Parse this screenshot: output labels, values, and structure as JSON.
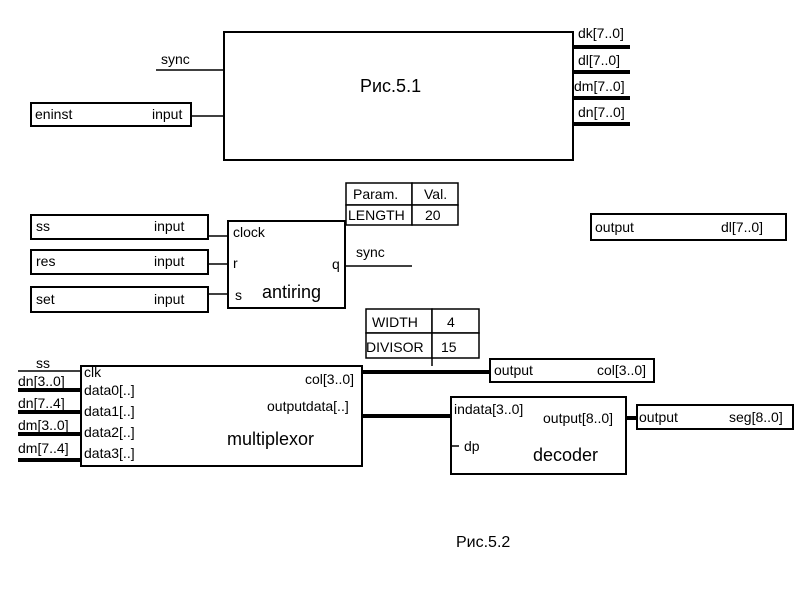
{
  "fig1": {
    "title": "Рис.5.1",
    "sync_label": "sync",
    "eninst": {
      "name": "eninst",
      "type": "input"
    },
    "outputs": [
      "dk[7..0]",
      "dl[7..0]",
      "dm[7..0]",
      "dn[7..0]"
    ]
  },
  "antiring_params": {
    "header_param": "Param.",
    "header_val": "Val.",
    "name": "LENGTH",
    "value": "20"
  },
  "inputs": {
    "ss": {
      "name": "ss",
      "type": "input"
    },
    "res": {
      "name": "res",
      "type": "input"
    },
    "set": {
      "name": "set",
      "type": "input"
    }
  },
  "antiring": {
    "title": "antiring",
    "clock": "clock",
    "r": "r",
    "s": "s",
    "q": "q",
    "out_label": "sync"
  },
  "output_dl": {
    "type": "output",
    "name": "dl[7..0]"
  },
  "mux_params": {
    "width_name": "WIDTH",
    "width_value": "4",
    "divisor_name": "DIVISOR",
    "divisor_value": "15"
  },
  "mux": {
    "title": "multiplexor",
    "clk": "clk",
    "data0": "data0[..]",
    "data1": "data1[..]",
    "data2": "data2[..]",
    "data3": "data3[..]",
    "col": "col[3..0]",
    "outputdata": "outputdata[..]",
    "in_ss": "ss",
    "in_d0": "dn[3..0]",
    "in_d1": "dn[7..4]",
    "in_d2": "dm[3..0]",
    "in_d3": "dm[7..4]"
  },
  "output_col": {
    "type": "output",
    "name": "col[3..0]"
  },
  "decoder": {
    "title": "decoder",
    "indata": "indata[3..0]",
    "dp": "dp",
    "output": "output[8..0]"
  },
  "output_seg": {
    "type": "output",
    "name": "seg[8..0]"
  },
  "fig2": {
    "caption": "Рис.5.2"
  }
}
